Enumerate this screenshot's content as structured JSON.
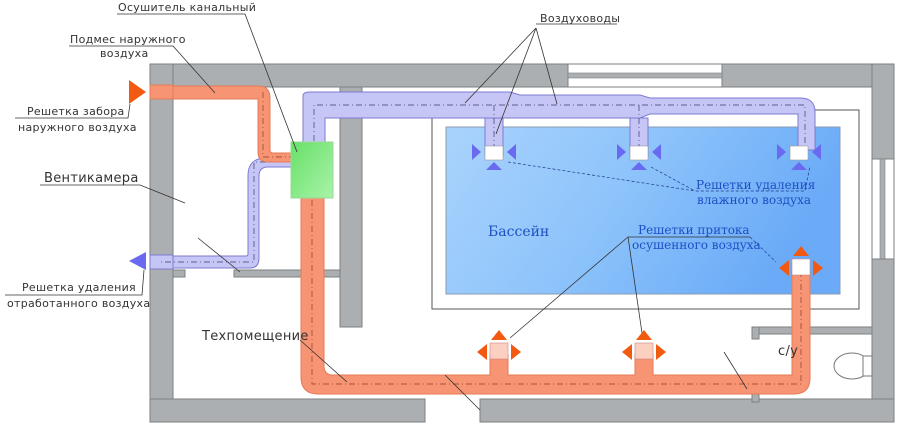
{
  "title": "Схема вентиляции бассейна",
  "colors": {
    "wall": "#acafb1",
    "supply_duct": "#f79473",
    "exhaust_duct": "#c6c6f6",
    "dehumidifier": "#7ee87e",
    "pool_water": "#79b6fb",
    "supply_grille": "#f25a12",
    "exhaust_grille": "#6a6af0",
    "pool_label": "#1e4fc4"
  },
  "labels": {
    "dehumidifier": "Осушитель канальный",
    "fresh_air_mix_line1": "Подмес наружного",
    "fresh_air_mix_line2": "воздуха",
    "intake_grille_line1": "Решетка забора",
    "intake_grille_line2": "наружного воздуха",
    "vent_chamber": "Вентикамера",
    "exhaust_grille_line1": "Решетка удаления",
    "exhaust_grille_line2": "отработанного воздуха",
    "ducts": "Воздуховоды",
    "humid_exhaust_line1": "Решетки удаления",
    "humid_exhaust_line2": "влажного воздуха",
    "pool": "Бассейн",
    "dry_supply_line1": "Решетки притока",
    "dry_supply_line2": "осушенного воздуха",
    "tech_room": "Техпомещение",
    "wc": "с/у"
  },
  "legend_icons": {
    "supply_grille": "orange-arrow-diffuser-icon",
    "exhaust_grille": "blue-arrow-grille-icon",
    "toilet": "toilet-icon"
  }
}
